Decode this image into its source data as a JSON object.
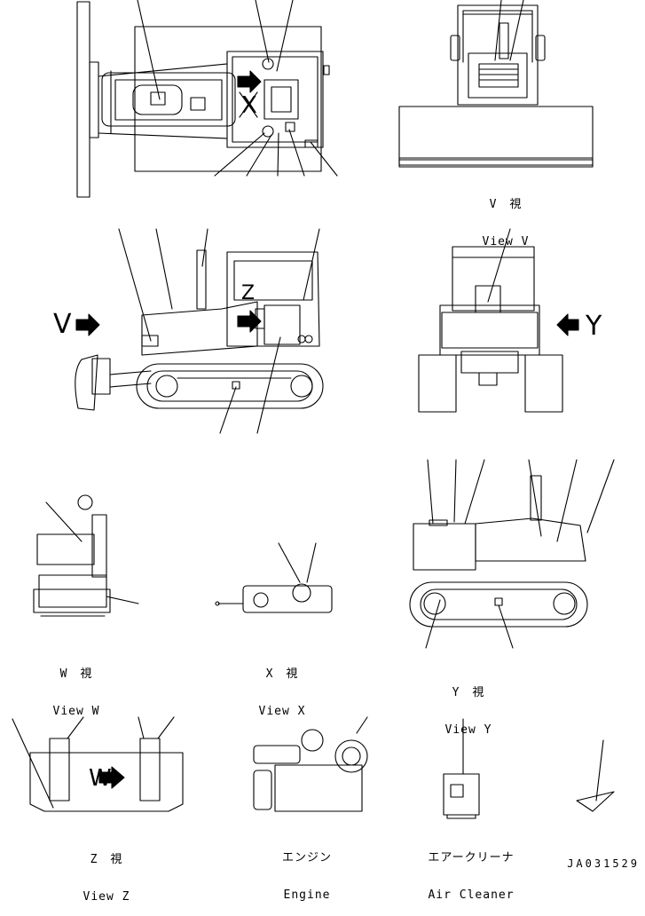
{
  "views": {
    "v": {
      "jp": "V　視",
      "en": "View V"
    },
    "w": {
      "jp": "W　視",
      "en": "View W"
    },
    "x": {
      "jp": "X　視",
      "en": "View X"
    },
    "y": {
      "jp": "Y　視",
      "en": "View Y"
    },
    "z": {
      "jp": "Z　視",
      "en": "View Z"
    },
    "engine": {
      "jp": "エンジン",
      "en": "Engine"
    },
    "air_cleaner": {
      "jp": "エアークリーナ",
      "en": "Air Cleaner"
    }
  },
  "arrow_labels": {
    "v": "V",
    "y": "Y",
    "w": "W",
    "x": "X",
    "z": "Z"
  },
  "doc_id": "JA031529",
  "colors": {
    "line": "#000000",
    "background": "#ffffff"
  }
}
